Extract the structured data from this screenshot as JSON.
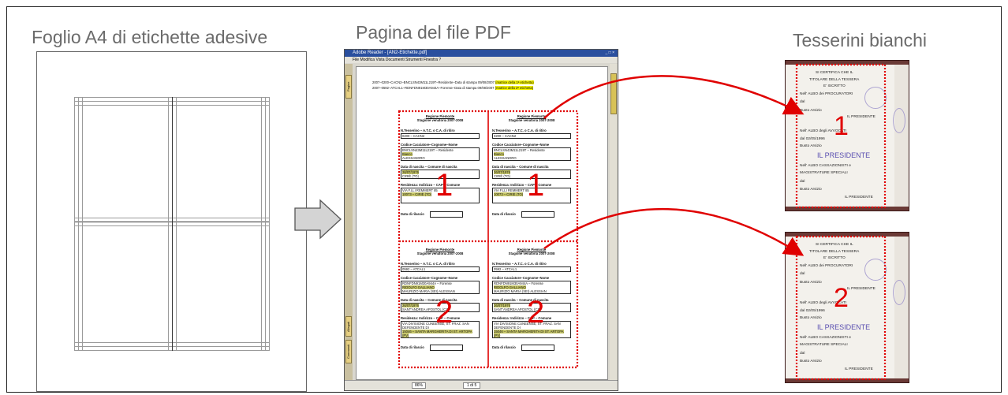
{
  "titles": {
    "sheet": "Foglio A4 di etichette adesive",
    "pdf": "Pagina del file PDF",
    "cards": "Tesserini bianchi"
  },
  "pdf": {
    "window_title": "Adobe Reader - [AN2-Etichette.pdf]",
    "menu": "File  Modifica  Vista  Documenti  Strumenti  Finestra  ?",
    "side_tabs": [
      "Pagine",
      "Allegati",
      "Commenti"
    ],
    "status_zoom": "86%",
    "status_page": "1 di 5",
    "header_lines": [
      {
        "text": "2007–0200–CACN2–BNCLSN43M11L219T–Residente–Data di stampa 09/08/2007",
        "tag": "(matrice della 1ª etichetta)"
      },
      {
        "text": "2007–0592–ATCAL1–RDNFDN91M30A944A–Forense–Data di stampa 09/08/2007",
        "tag": "(matrice della 2ª etichetta)"
      }
    ],
    "labels": [
      {
        "heading": "Regione Piemonte",
        "season": "Stagione venatoria 2007-2008",
        "f1_label": "N.Tesserino – A.T.C. o C.A. di ritiro",
        "f1_value": "0200 – CACN2",
        "f2_label": "Codice Cacciatore–Cognome–Nome",
        "f2_value": "BNCLSN43M11L219T – Residente",
        "f2_hl": "Bianco",
        "f2_extra": "ALESSANDRO",
        "f3_label": "Data di nascita – Comune di nascita",
        "f3_hl": "26/07/1976",
        "f3_value": "CIRIÈ (TO)",
        "f4_label": "Residenza: Indirizzo – CAP – Comune",
        "f4_value": "VIA F.LLI REMMERT 85",
        "f4_hl": "10073 – CIRIÈ (TO)",
        "date_label": "Data di rilascio",
        "number": "1"
      },
      {
        "heading": "Regione Piemonte",
        "season": "Stagione venatoria 2007-2008",
        "f1_label": "N.Tesserino – A.T.C. o C.A. di ritiro",
        "f1_value": "0200 – CACN2",
        "f2_label": "Codice Cacciatore–Cognome–Nome",
        "f2_value": "BNCLSN43M11L219T – Residente",
        "f2_hl": "Bianco",
        "f2_extra": "ALESSANDRO",
        "f3_label": "Data di nascita – Comune di nascita",
        "f3_hl": "26/07/1976",
        "f3_value": "CIRIÈ (TO)",
        "f4_label": "Residenza: Indirizzo – CAP – Comune",
        "f4_value": "VIA F.LLI REMMERT 85",
        "f4_hl": "10073 – CIRIÈ (TO)",
        "date_label": "Data di rilascio",
        "number": "1"
      },
      {
        "heading": "Regione Piemonte",
        "season": "Stagione venatoria 2007-2008",
        "f1_label": "N.Tesserino – A.T.C. o C.A. di ritiro",
        "f1_value": "0592 – ATCAL1",
        "f2_label": "Codice Cacciatore–Cognome–Nome",
        "f2_value": "RDNFDN91M30A944A – Forense",
        "f2_hl": "RIDOLFO GALLIANO",
        "f2_extra": "MAURIZIO MARIA (SEI) ALESSIAN",
        "f3_label": "Data di nascita – Comune di nascita",
        "f3_hl": "26/07/1976",
        "f3_value": "SANT'ANDREA APOSTOL (CZ)",
        "f4_label": "Residenza: Indirizzo – CAP – Comune",
        "f4_value": "VIA DIVISIONE CUNEENSE, ST. FRAZ. SAN DEFENDENTE DI",
        "f4_hl": "15046 – SANTA MARGHERITA DI ST. ARTOPA (PV)",
        "date_label": "Data di rilascio",
        "number": "2"
      },
      {
        "heading": "Regione Piemonte",
        "season": "Stagione venatoria 2007-2008",
        "f1_label": "N.Tesserino – A.T.C. o C.A. di ritiro",
        "f1_value": "0592 – ATCAL1",
        "f2_label": "Codice Cacciatore–Cognome–Nome",
        "f2_value": "RDNFDN91M30A944A – Forense",
        "f2_hl": "RIDOLFO GALLIANO",
        "f2_extra": "MAURIZIO MARIA (SEI) ALESSIAN",
        "f3_label": "Data di nascita – Comune di nascita",
        "f3_hl": "26/07/1976",
        "f3_value": "SANT'ANDREA APOSTOL (CZ)",
        "f4_label": "Residenza: Indirizzo – CAP – Comune",
        "f4_value": "VIA DIVISIONE CUNEENSE, ST. FRAZ. SAN DEFENDENTE DI",
        "f4_hl": "15046 – SANTA MARGHERITA DI ST. ARTOPA (PV)",
        "date_label": "Data di rilascio",
        "number": "2"
      }
    ]
  },
  "cards": [
    {
      "number": "1",
      "lines": [
        "SI CERTIFICA CHE IL",
        "TITOLARE DELLA TESSERA",
        "E' ISCRITTO",
        "Nell' ALBO dei PROCURATORI",
        "dal",
        "Busto Arsizio",
        "IL PRESIDENTE",
        "Nell' ALBO degli AVVOCATI",
        "dal 02/05/1996",
        "Busto Arsizio",
        "IL PRESIDENTE",
        "Nell' ALBO CASSAZIONISTI e",
        "MAGISTRATURE SPECIALI",
        "dal",
        "Busto Arsizio",
        "IL PRESIDENTE"
      ]
    },
    {
      "number": "2",
      "lines": [
        "SI CERTIFICA CHE IL",
        "TITOLARE DELLA TESSERA",
        "E' ISCRITTO",
        "Nell' ALBO dei PROCURATORI",
        "dal",
        "Busto Arsizio",
        "IL PRESIDENTE",
        "Nell' ALBO degli AVVOCATI",
        "dal 02/05/1996",
        "Busto Arsizio",
        "IL PRESIDENTE",
        "Nell' ALBO CASSAZIONISTI e",
        "MAGISTRATURE SPECIALI",
        "dal",
        "Busto Arsizio",
        "IL PRESIDENTE"
      ]
    }
  ],
  "colors": {
    "accent": "#e00000",
    "highlight": "#f2f200",
    "card_cover": "#6a3a36"
  }
}
